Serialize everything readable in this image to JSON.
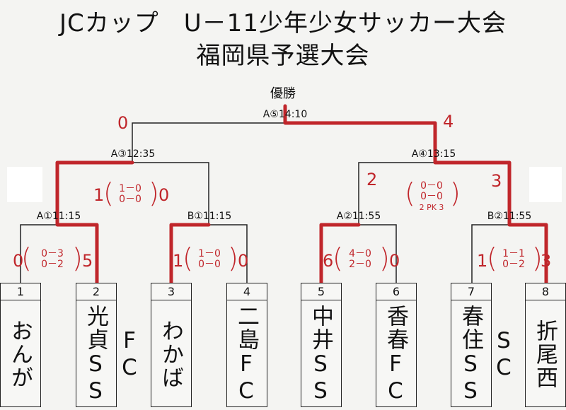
{
  "title_line1": "JCカップ　U－11少年少女サッカー大会",
  "title_line2": "福岡県予選大会",
  "final_label": "優勝",
  "matches": {
    "a1": "A①11:15",
    "b1": "B①11:15",
    "a2": "A②11:55",
    "b2": "B②11:55",
    "a3": "A③12:35",
    "a4": "A④13:15",
    "a5": "A⑤14:10"
  },
  "teams": [
    {
      "num": "1",
      "name": "おんがSC"
    },
    {
      "num": "2",
      "name": "光貞SS"
    },
    {
      "num": "3",
      "name": "わかばFC"
    },
    {
      "num": "4",
      "name": "二島FC"
    },
    {
      "num": "5",
      "name": "中井SS"
    },
    {
      "num": "6",
      "name": "香春FC"
    },
    {
      "num": "7",
      "name": "春住SS"
    },
    {
      "num": "8",
      "name": "折尾西SC"
    }
  ],
  "scores": {
    "a1": {
      "left": "0",
      "right": "5",
      "h1": "0－3",
      "h2": "0－2"
    },
    "b1": {
      "left": "1",
      "right": "0",
      "h1": "1－0",
      "h2": "0－0"
    },
    "a2": {
      "left": "6",
      "right": "0",
      "h1": "4－0",
      "h2": "2－0"
    },
    "b2": {
      "left": "1",
      "right": "3",
      "h1": "1－1",
      "h2": "0－2"
    },
    "a3": {
      "left": "1",
      "right": "0",
      "h1": "1－0",
      "h2": "0－0"
    },
    "a4": {
      "left": "2",
      "right": "3",
      "h1": "0－0",
      "h2": "0－0",
      "pk": "PK",
      "pk_l": "2",
      "pk_r": "3"
    },
    "a5": {
      "left": "0",
      "right": "4"
    }
  },
  "colors": {
    "ink": "#111111",
    "winner_line": "#c0262b"
  }
}
